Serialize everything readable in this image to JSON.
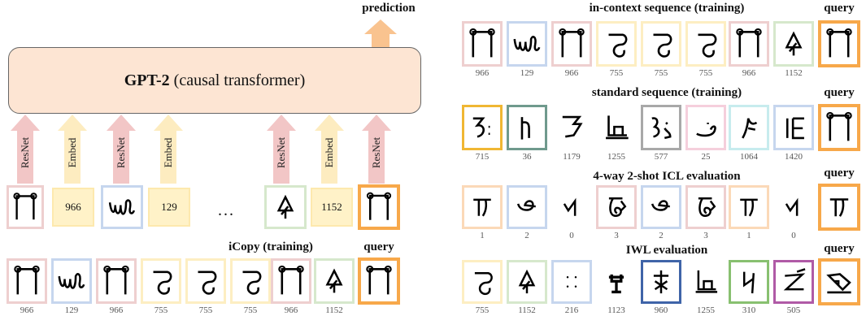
{
  "colors": {
    "red": "#eecfcf",
    "blue": "#c6d6ee",
    "yellow": "#fdeec2",
    "orange": "#f7a84a",
    "green": "#d6e8cc",
    "peach": "#fbd9b8",
    "gray": "#a8a8a8",
    "pink": "#f5cfdc",
    "cyan": "#c7ecee",
    "teal": "#6f9a8d",
    "darkblue": "#3f64a8",
    "mgreen": "#88c070",
    "purple": "#b05aa6",
    "gold": "#f0b733"
  },
  "left": {
    "prediction_label": "prediction",
    "model_bold": "GPT-2",
    "model_rest": "(causal transformer)",
    "resnet_label": "ResNet",
    "embed_label": "Embed",
    "ellipsis": "...",
    "embed_values": [
      "966",
      "129",
      "1152"
    ],
    "icopy_header": "iCopy (training)",
    "query_label": "query",
    "icopy_labels": [
      "966",
      "129",
      "966",
      "755",
      "755",
      "755",
      "966",
      "1152"
    ]
  },
  "right": {
    "query_label": "query",
    "sections": [
      {
        "title": "in-context sequence (training)",
        "labels": [
          "966",
          "129",
          "966",
          "755",
          "755",
          "755",
          "966",
          "1152"
        ]
      },
      {
        "title": "standard sequence (training)",
        "labels": [
          "715",
          "36",
          "1179",
          "1255",
          "577",
          "25",
          "1064",
          "1420"
        ]
      },
      {
        "title": "4-way 2-shot ICL evaluation",
        "labels": [
          "1",
          "2",
          "0",
          "3",
          "2",
          "3",
          "1",
          "0"
        ]
      },
      {
        "title": "IWL evaluation",
        "labels": [
          "755",
          "1152",
          "216",
          "1123",
          "960",
          "1255",
          "310",
          "505"
        ]
      }
    ]
  }
}
